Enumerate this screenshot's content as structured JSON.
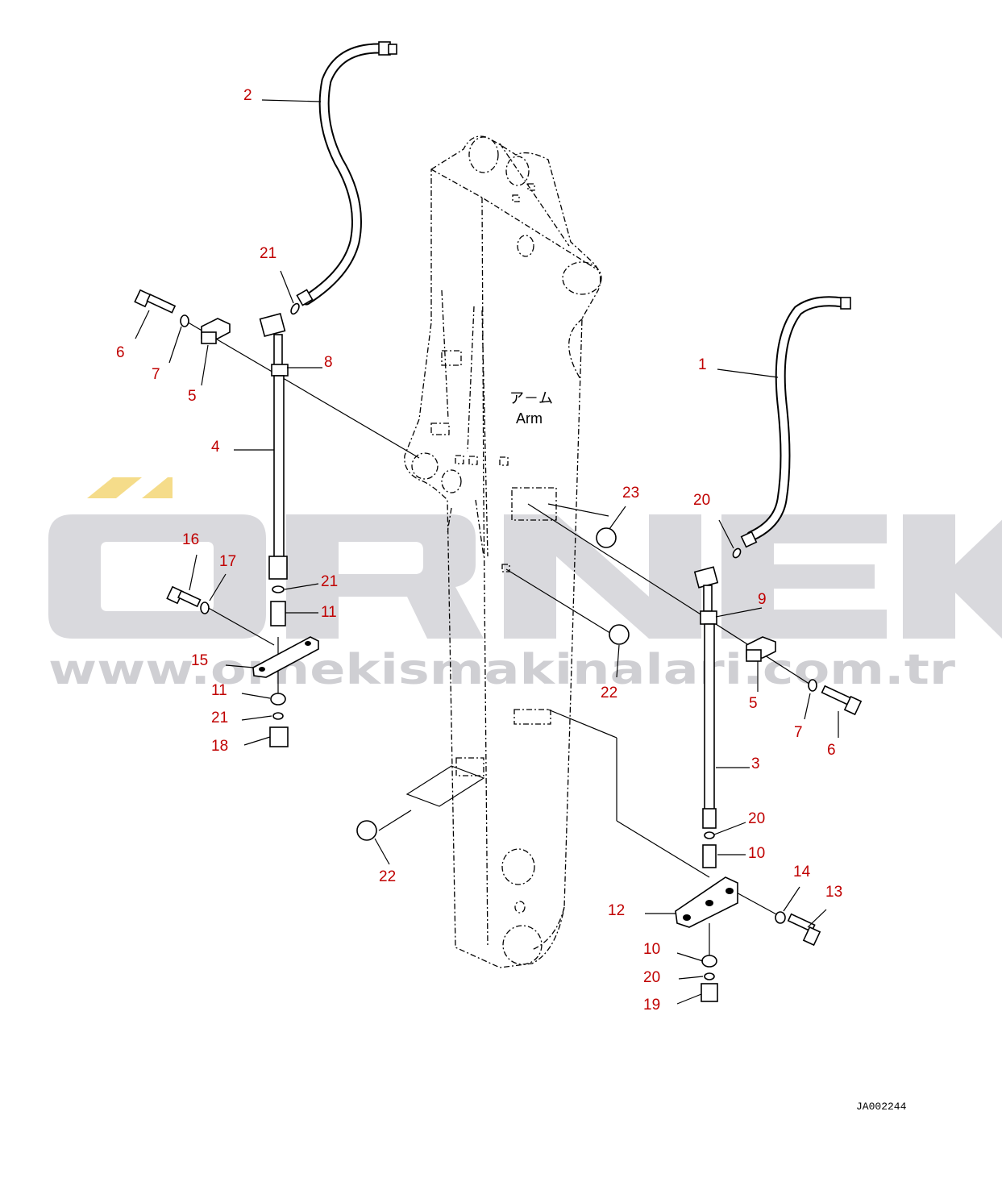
{
  "drawing": {
    "code": "JA002244",
    "arm_label_jp": "ア－ム",
    "arm_label_en": "Arm"
  },
  "watermark": {
    "brand": "ÖRNEK",
    "url": "www.ornekismakinalari.com.tr",
    "accent_color": "#f5dc8a",
    "text_color": "#d9d9dd"
  },
  "callouts": [
    {
      "id": "c2",
      "text": "2"
    },
    {
      "id": "c21a",
      "text": "21"
    },
    {
      "id": "c6a",
      "text": "6"
    },
    {
      "id": "c7a",
      "text": "7"
    },
    {
      "id": "c5a",
      "text": "5"
    },
    {
      "id": "c8",
      "text": "8"
    },
    {
      "id": "c4",
      "text": "4"
    },
    {
      "id": "c1",
      "text": "1"
    },
    {
      "id": "c23",
      "text": "23"
    },
    {
      "id": "c20a",
      "text": "20"
    },
    {
      "id": "c16",
      "text": "16"
    },
    {
      "id": "c17",
      "text": "17"
    },
    {
      "id": "c21b",
      "text": "21"
    },
    {
      "id": "c11a",
      "text": "11"
    },
    {
      "id": "c9",
      "text": "9"
    },
    {
      "id": "c15",
      "text": "15"
    },
    {
      "id": "c11b",
      "text": "11"
    },
    {
      "id": "c22a",
      "text": "22"
    },
    {
      "id": "c5b",
      "text": "5"
    },
    {
      "id": "c21c",
      "text": "21"
    },
    {
      "id": "c7b",
      "text": "7"
    },
    {
      "id": "c6b",
      "text": "6"
    },
    {
      "id": "c18",
      "text": "18"
    },
    {
      "id": "c3",
      "text": "3"
    },
    {
      "id": "c20b",
      "text": "20"
    },
    {
      "id": "c10a",
      "text": "10"
    },
    {
      "id": "c22b",
      "text": "22"
    },
    {
      "id": "c14",
      "text": "14"
    },
    {
      "id": "c13",
      "text": "13"
    },
    {
      "id": "c12",
      "text": "12"
    },
    {
      "id": "c10b",
      "text": "10"
    },
    {
      "id": "c20c",
      "text": "20"
    },
    {
      "id": "c19",
      "text": "19"
    }
  ]
}
